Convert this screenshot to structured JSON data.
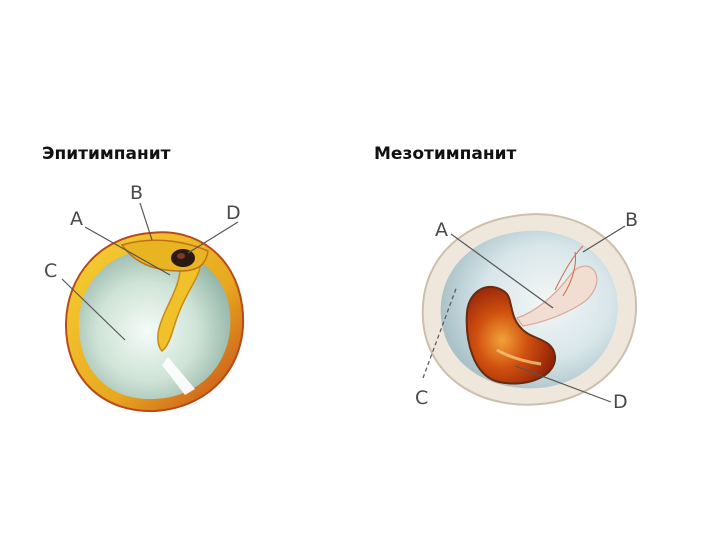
{
  "left_figure": {
    "title": "Эпитимпанит",
    "labels": {
      "a": "A",
      "b": "B",
      "c": "C",
      "d": "D"
    }
  },
  "right_figure": {
    "title": "Мезотимпанит",
    "labels": {
      "a": "A",
      "b": "B",
      "c": "C",
      "d": "D"
    }
  },
  "colors": {
    "left_rim": "#f2c21a",
    "left_membrane": "#cfe3d6",
    "left_perforation": "#2a1a12",
    "right_rim": "#efe7dc",
    "right_membrane": "#d8e6ea",
    "right_perforation": "#b8350c",
    "leader_line": "#555555"
  }
}
